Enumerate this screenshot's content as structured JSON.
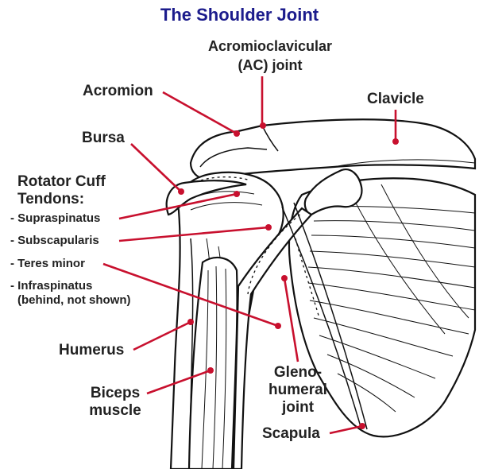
{
  "title": "The Shoulder Joint",
  "labels": {
    "ac_joint_line1": "Acromioclavicular",
    "ac_joint_line2": "(AC) joint",
    "acromion": "Acromion",
    "clavicle": "Clavicle",
    "bursa": "Bursa",
    "rotator_cuff_line1": "Rotator Cuff",
    "rotator_cuff_line2": "Tendons:",
    "supraspinatus": "- Supraspinatus",
    "subscapularis": "- Subscapularis",
    "teres_minor": "- Teres minor",
    "infraspinatus_line1": "- Infraspinatus",
    "infraspinatus_line2": "(behind, not shown)",
    "humerus": "Humerus",
    "biceps_line1": "Biceps",
    "biceps_line2": "muscle",
    "glenohumeral_line1": "Gleno-",
    "glenohumeral_line2": "humeral",
    "glenohumeral_line3": "joint",
    "scapula": "Scapula"
  },
  "colors": {
    "title": "#1c1c8c",
    "leader": "#c8102e",
    "outline": "#111111"
  }
}
